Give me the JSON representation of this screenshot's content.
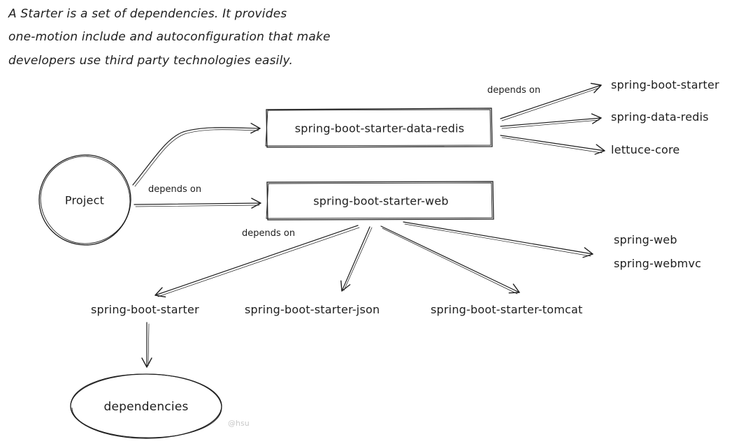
{
  "intro": {
    "line1": "A Starter is a set of dependencies. It provides",
    "line2": "one-motion include and autoconfiguration that make",
    "line3": "developers use third party technologies easily."
  },
  "nodes": {
    "project": "Project",
    "data_redis_starter": "spring-boot-starter-data-redis",
    "web_starter": "spring-boot-starter-web",
    "spring_boot_starter_right": "spring-boot-starter",
    "spring_data_redis": "spring-data-redis",
    "lettuce_core": "lettuce-core",
    "spring_web": "spring-web",
    "spring_webmvc": "spring-webmvc",
    "spring_boot_starter_bottom": "spring-boot-starter",
    "starter_json": "spring-boot-starter-json",
    "starter_tomcat": "spring-boot-starter-tomcat",
    "dependencies": "dependencies"
  },
  "edge_labels": {
    "redis_depends_on": "depends on",
    "project_depends_on": "depends on",
    "web_depends_on": "depends on"
  },
  "watermark": "@hsu"
}
